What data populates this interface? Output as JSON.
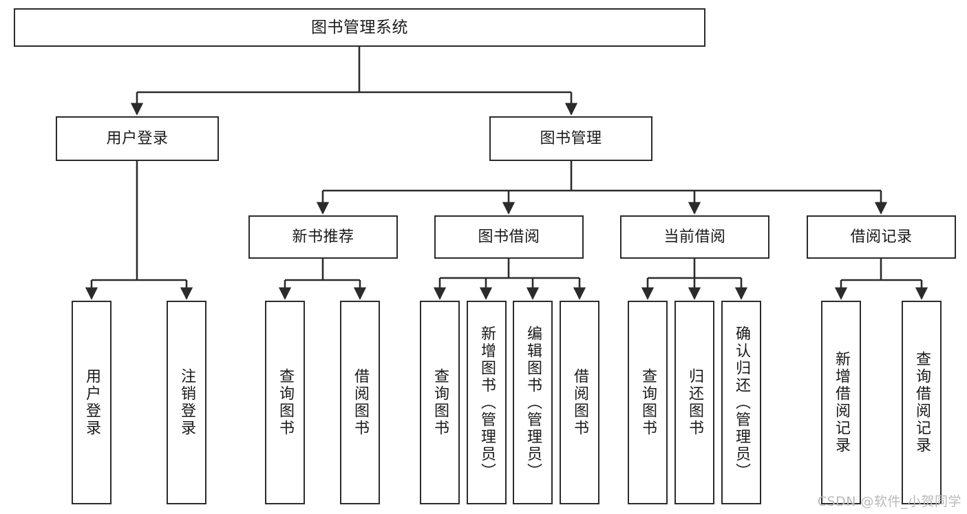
{
  "diagram": {
    "title": "图书管理系统",
    "type": "tree-hierarchy-diagram",
    "colors": {
      "box_border": "#2b2b2b",
      "box_fill": "#ffffff",
      "edge": "#2b2b2b",
      "text": "#1a1a1a",
      "watermark": "#b9b9b9"
    },
    "nodes": {
      "root": {
        "label": "图书管理系统"
      },
      "level2": [
        {
          "id": "user-login",
          "label": "用户登录"
        },
        {
          "id": "book-manage",
          "label": "图书管理"
        }
      ],
      "level3": [
        {
          "id": "new-book-recommend",
          "label": "新书推荐"
        },
        {
          "id": "book-borrow",
          "label": "图书借阅"
        },
        {
          "id": "current-borrow",
          "label": "当前借阅"
        },
        {
          "id": "borrow-record",
          "label": "借阅记录"
        }
      ],
      "leaves": [
        {
          "id": "leaf-user-login",
          "label": "用户登录",
          "parent": "user-login"
        },
        {
          "id": "leaf-logout",
          "label": "注销登录",
          "parent": "user-login"
        },
        {
          "id": "leaf-query-book-1",
          "label": "查询图书",
          "parent": "new-book-recommend"
        },
        {
          "id": "leaf-borrow-book-1",
          "label": "借阅图书",
          "parent": "new-book-recommend"
        },
        {
          "id": "leaf-query-book-2",
          "label": "查询图书",
          "parent": "book-borrow"
        },
        {
          "id": "leaf-add-book",
          "label": "新增图书（管理员）",
          "parent": "book-borrow"
        },
        {
          "id": "leaf-edit-book",
          "label": "编辑图书（管理员）",
          "parent": "book-borrow"
        },
        {
          "id": "leaf-borrow-book-2",
          "label": "借阅图书",
          "parent": "book-borrow"
        },
        {
          "id": "leaf-query-book-3",
          "label": "查询图书",
          "parent": "current-borrow"
        },
        {
          "id": "leaf-return-book",
          "label": "归还图书",
          "parent": "current-borrow"
        },
        {
          "id": "leaf-confirm-return",
          "label": "确认归还（管理员）",
          "parent": "current-borrow"
        },
        {
          "id": "leaf-add-record",
          "label": "新增借阅记录",
          "parent": "borrow-record"
        },
        {
          "id": "leaf-query-record",
          "label": "查询借阅记录",
          "parent": "borrow-record"
        }
      ]
    },
    "watermark": "CSDN @软件_小贺同学"
  }
}
